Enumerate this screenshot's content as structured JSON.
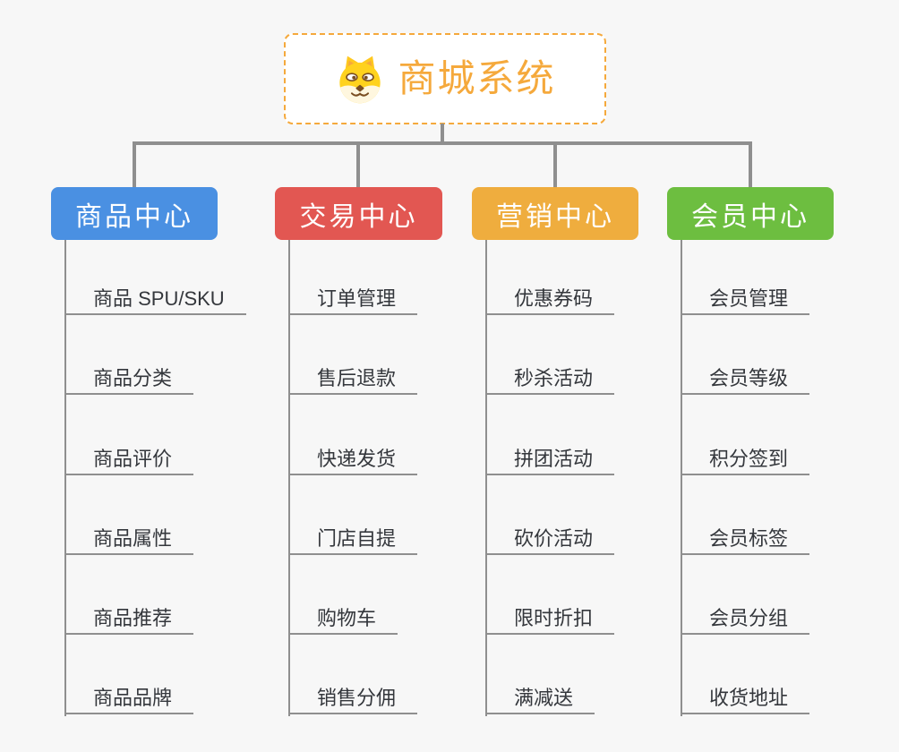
{
  "page": {
    "background": "#F7F7F7"
  },
  "connectors": {
    "color": "#8F8F8F"
  },
  "root": {
    "label": "商城系统",
    "icon": "doge-icon",
    "accent": "#F5A93C"
  },
  "branches": [
    {
      "id": "product-center",
      "label": "商品中心",
      "color": "#4A90E2",
      "items": [
        "商品 SPU/SKU",
        "商品分类",
        "商品评价",
        "商品属性",
        "商品推荐",
        "商品品牌"
      ]
    },
    {
      "id": "trade-center",
      "label": "交易中心",
      "color": "#E25752",
      "items": [
        "订单管理",
        "售后退款",
        "快递发货",
        "门店自提",
        "购物车",
        "销售分佣"
      ]
    },
    {
      "id": "marketing-center",
      "label": "营销中心",
      "color": "#EFAD3E",
      "items": [
        "优惠券码",
        "秒杀活动",
        "拼团活动",
        "砍价活动",
        "限时折扣",
        "满减送"
      ]
    },
    {
      "id": "member-center",
      "label": "会员中心",
      "color": "#6DBE40",
      "items": [
        "会员管理",
        "会员等级",
        "积分签到",
        "会员标签",
        "会员分组",
        "收货地址"
      ]
    }
  ]
}
